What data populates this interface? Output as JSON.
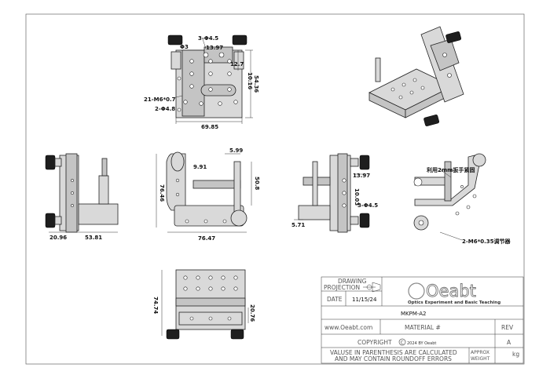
{
  "drawing": {
    "top_view": {
      "dim_thread": "3-Φ4.5",
      "dim_3": "Φ3",
      "dim_13_97": "13.97",
      "dim_12_7": "12.7",
      "dim_10_16": "10.16",
      "dim_54_36": "54.36",
      "dim_m6": "21-M6*0.7",
      "dim_holes": "2-Φ4.8",
      "dim_69_85": "69.85"
    },
    "left_view": {
      "dim_20_96": "20.96",
      "dim_53_81": "53.81"
    },
    "front_view": {
      "dim_5_99": "5.99",
      "dim_9_91": "9.91",
      "dim_76_46": "76.46",
      "dim_50_8": "50.8",
      "dim_76_47": "76.47"
    },
    "right_view": {
      "dim_13_97": "13.97",
      "dim_10_03": "10.03",
      "dim_thread": "3-Φ4.5",
      "dim_5_71": "5.71"
    },
    "rear_view": {
      "note_wrench": "利用2mm扳手紧固",
      "note_adjuster": "2-M6*0.35调节器"
    },
    "bottom_view": {
      "dim_74_74": "74.74",
      "dim_20_76": "20.76"
    }
  },
  "title_block": {
    "drawing_label": "DRAWING",
    "projection_label": "PROJECTION",
    "date_label": "DATE",
    "date_value": "11/15/24",
    "logo_text": "Oeabt",
    "logo_tagline": "Optics Experiment and Basic Teaching",
    "part_number": "MKPM-A2",
    "website": "www.Oeabt.com",
    "material_label": "MATERIAL #",
    "rev_label": "REV",
    "rev_value": "A",
    "copyright_label": "COPYRIGHT",
    "copyright_year": "2024 BY Oeabt",
    "value_note_1": "VALUSE IN PARENTHESIS ARE CALCULATED",
    "value_note_2": "AND MAY CONTAIN ROUNDOFF ERRORS",
    "approx_label": "APPROX",
    "weight_label": "WEIGHT",
    "weight_unit": "kg"
  }
}
